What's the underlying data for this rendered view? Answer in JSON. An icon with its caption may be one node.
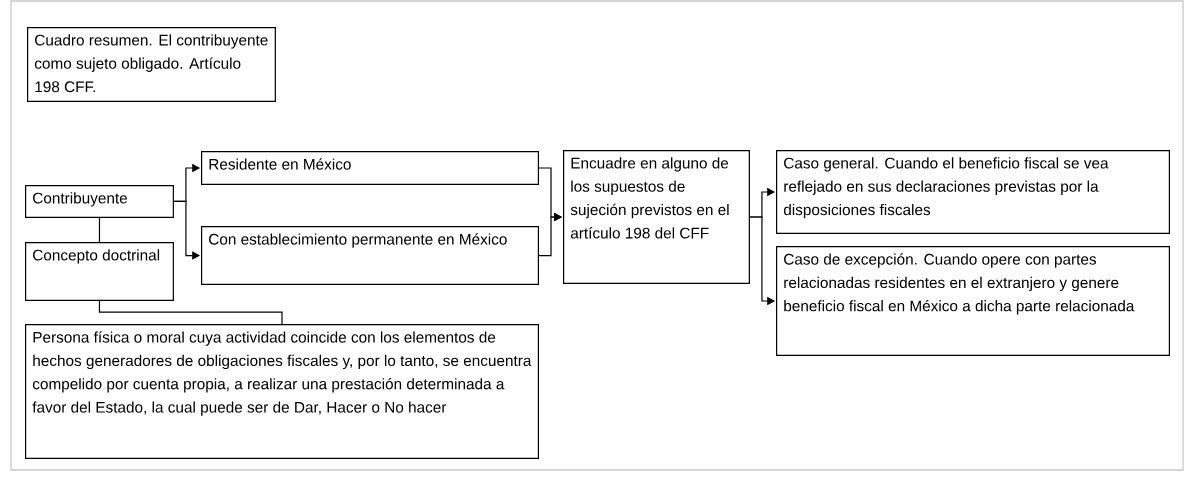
{
  "diagram": {
    "nodes": [
      {
        "text": [
          "Cuadro resumen. El contribuyente como sujeto obligado. Artículo 198 CFF."
        ]
      },
      {
        "text": [
          "Contribuyente"
        ]
      },
      {
        "text": [
          "Concepto doctrinal"
        ]
      },
      {
        "text": [
          "Persona física o moral cuya actividad coincide con los elementos de hechos generadores de obligaciones fiscales y, por lo tanto, se encuentra compelido por cuenta propia, a realizar una prestación determinada a favor del Estado, la cual puede ser de Dar, Hacer o No hacer"
        ]
      },
      {
        "text": [
          "Residente en México"
        ]
      },
      {
        "text": [
          "Con establecimiento permanente en México"
        ]
      },
      {
        "text": [
          "Encuadre en alguno de los supuestos de sujeción previstos en el artículo 198 del CFF"
        ]
      },
      {
        "text": [
          "Caso general. Cuando el beneficio fiscal se vea reflejado en sus declaraciones previstas por la disposiciones fiscales"
        ]
      },
      {
        "text": [
          "Caso de excepción. Cuando opere con partes relacionadas residentes en el extranjero y genere beneficio fiscal en México a dicha parte relacionada"
        ]
      }
    ],
    "edges": [
      {
        "from": 1,
        "to": 4,
        "arrow": "to"
      },
      {
        "from": 1,
        "to": 5,
        "arrow": "to"
      },
      {
        "from": 1,
        "to": 2,
        "arrow": "none"
      },
      {
        "from": 2,
        "to": 3,
        "arrow": "none"
      },
      {
        "from": 4,
        "to": 6,
        "arrow": "to"
      },
      {
        "from": 5,
        "to": 6,
        "arrow": "to"
      },
      {
        "from": 6,
        "to": 7,
        "arrow": "to"
      },
      {
        "from": 6,
        "to": 8,
        "arrow": "to"
      }
    ]
  }
}
